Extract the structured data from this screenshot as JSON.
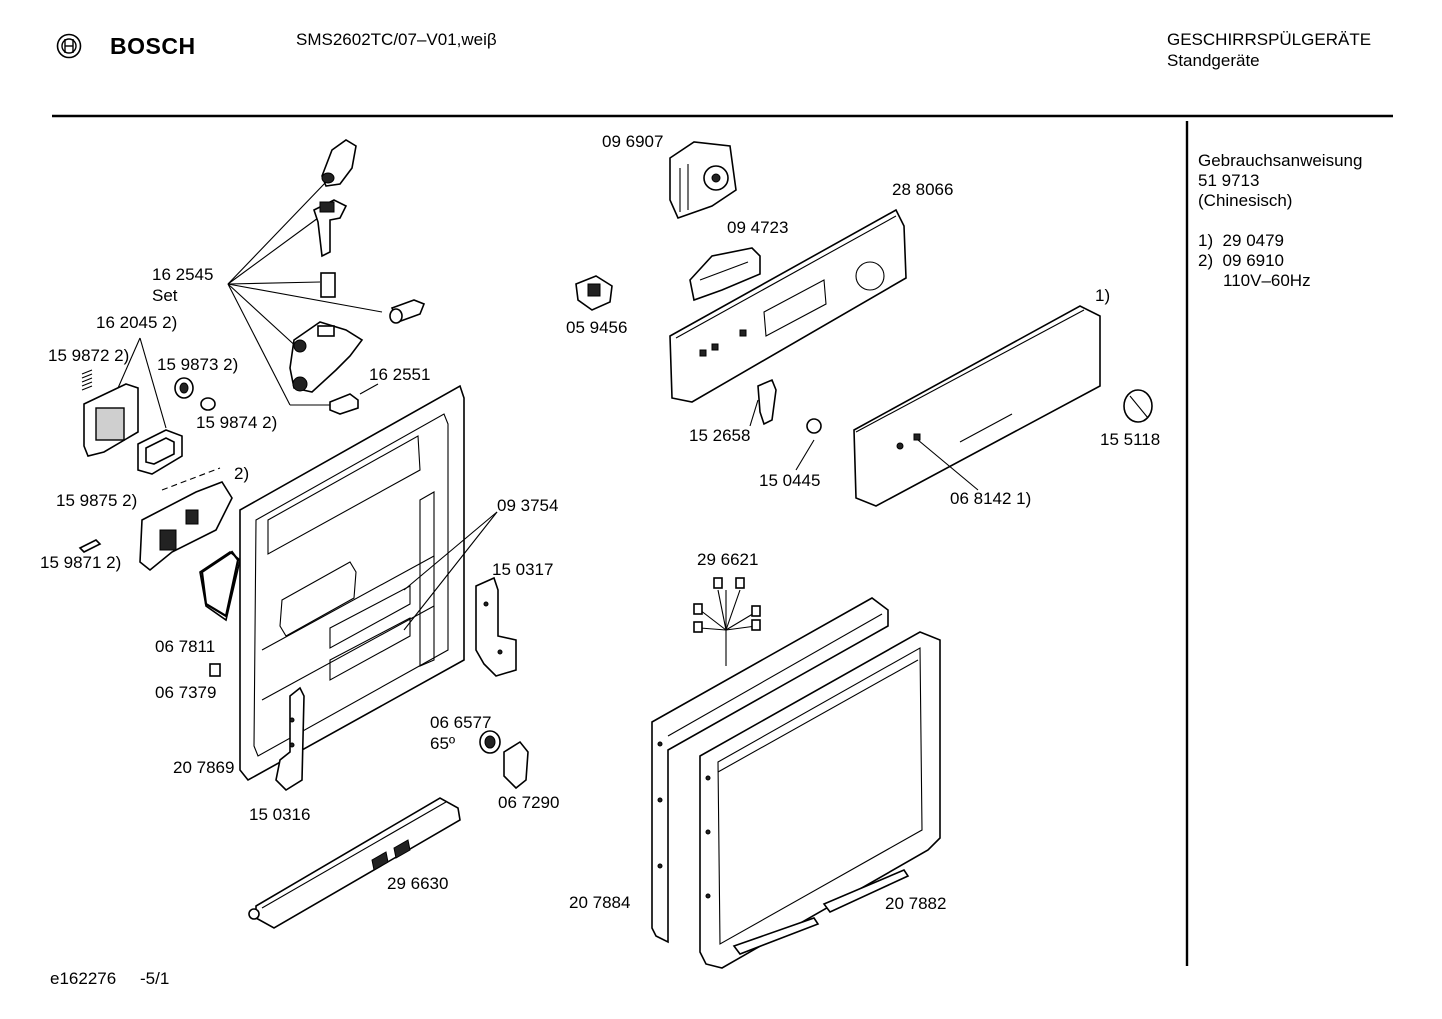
{
  "header": {
    "brand": "BOSCH",
    "model": "SMS2602TC/07–V01,weiβ",
    "category": "GESCHIRRSPÜLGERÄTE",
    "subcategory": "Standgeräte"
  },
  "footer": {
    "doc_id": "e162276",
    "page": "-5/1"
  },
  "info_panel": {
    "title": "Gebrauchsanweisung",
    "number": "51 9713",
    "language": "(Chinesisch)",
    "note1": "1)  29 0479",
    "note2": "2)  09 6910",
    "note2_detail": "110V–60Hz"
  },
  "parts": [
    {
      "id": "p162545",
      "text": "16 2545"
    },
    {
      "id": "pset",
      "text": "Set"
    },
    {
      "id": "p162045",
      "text": "16 2045 2)"
    },
    {
      "id": "p159872",
      "text": "15 9872 2)"
    },
    {
      "id": "p159873",
      "text": "15 9873 2)"
    },
    {
      "id": "p159874",
      "text": "15 9874 2)"
    },
    {
      "id": "p162551",
      "text": "16 2551"
    },
    {
      "id": "p2",
      "text": "2)"
    },
    {
      "id": "p159875",
      "text": "15 9875 2)"
    },
    {
      "id": "p159871",
      "text": "15 9871 2)"
    },
    {
      "id": "p067811",
      "text": "06 7811"
    },
    {
      "id": "p067379",
      "text": "06 7379"
    },
    {
      "id": "p207869",
      "text": "20 7869"
    },
    {
      "id": "p150316",
      "text": "15 0316"
    },
    {
      "id": "p093754",
      "text": "09 3754"
    },
    {
      "id": "p150317",
      "text": "15 0317"
    },
    {
      "id": "p066577",
      "text": "06 6577"
    },
    {
      "id": "p65",
      "text": "65º"
    },
    {
      "id": "p067290",
      "text": "06 7290"
    },
    {
      "id": "p296630",
      "text": "29 6630"
    },
    {
      "id": "p096907",
      "text": "09 6907"
    },
    {
      "id": "p288066",
      "text": "28 8066"
    },
    {
      "id": "p094723",
      "text": "09 4723"
    },
    {
      "id": "p059456",
      "text": "05 9456"
    },
    {
      "id": "p1",
      "text": "1)"
    },
    {
      "id": "p152658",
      "text": "15 2658"
    },
    {
      "id": "p150445",
      "text": "15 0445"
    },
    {
      "id": "p155118",
      "text": "15 5118"
    },
    {
      "id": "p068142",
      "text": "06 8142 1)"
    },
    {
      "id": "p296621",
      "text": "29 6621"
    },
    {
      "id": "p207884",
      "text": "20 7884"
    },
    {
      "id": "p207882",
      "text": "20 7882"
    }
  ]
}
